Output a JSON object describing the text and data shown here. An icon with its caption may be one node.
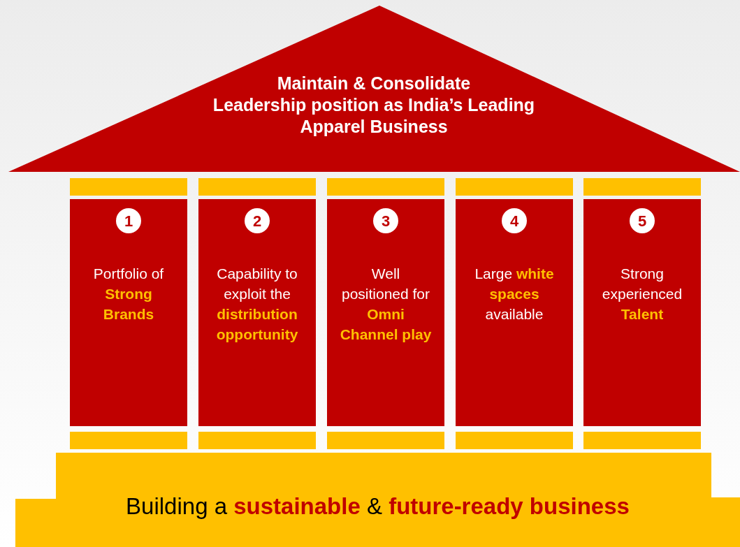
{
  "diagram": {
    "nodes": [
      {
        "text": [
          "Maintain & Consolidate",
          "Leadership position as India’s Leading Apparel Business"
        ]
      },
      {
        "text": [],
        "shape": "bar"
      },
      {
        "text": [
          "Portfolio of **Strong Brands**"
        ]
      },
      {
        "text": [
          "1"
        ],
        "in": 2
      },
      {
        "text": [],
        "shape": "bar"
      },
      {
        "text": [],
        "shape": "bar"
      },
      {
        "text": [
          "Capability to exploit the **distribution opportunity**"
        ]
      },
      {
        "text": [
          "2"
        ],
        "in": 6
      },
      {
        "text": [],
        "shape": "bar"
      },
      {
        "text": [],
        "shape": "bar"
      },
      {
        "text": [
          "Well positioned for **Omni Channel play**"
        ]
      },
      {
        "text": [
          "3"
        ],
        "in": 10
      },
      {
        "text": [],
        "shape": "bar"
      },
      {
        "text": [],
        "shape": "bar"
      },
      {
        "text": [
          "Large **white spaces** available"
        ]
      },
      {
        "text": [
          "4"
        ],
        "in": 14
      },
      {
        "text": [],
        "shape": "bar"
      },
      {
        "text": [],
        "shape": "bar"
      },
      {
        "text": [
          "Strong experienced **Talent**"
        ]
      },
      {
        "text": [
          "5"
        ],
        "in": 18
      },
      {
        "text": [],
        "shape": "bar"
      },
      {
        "text": [
          "Building a **sustainable** & **future-ready business**"
        ]
      }
    ]
  }
}
